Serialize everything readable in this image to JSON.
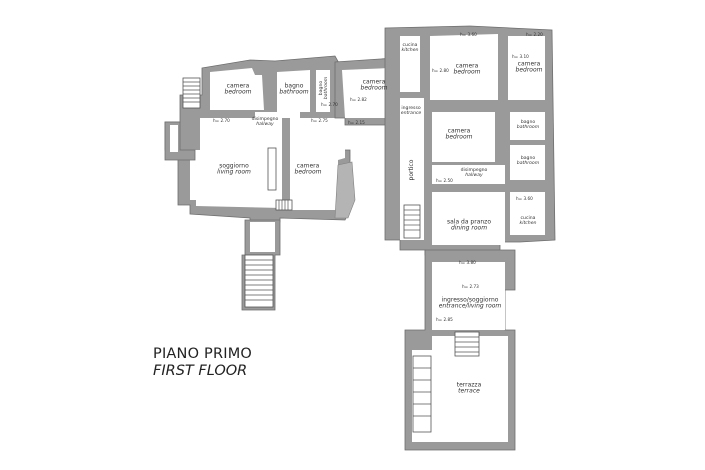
{
  "title": {
    "italian": "PIANO PRIMO",
    "english": "FIRST FLOOR"
  },
  "rooms": [
    {
      "id": "bedroom-nw",
      "it": "camera",
      "en": "bedroom"
    },
    {
      "id": "bathroom-w",
      "it": "bagno",
      "en": "bathroom"
    },
    {
      "id": "bathroom-narrow",
      "it": "bagno",
      "en": "bathroom"
    },
    {
      "id": "bedroom-center",
      "it": "camera",
      "en": "bedroom"
    },
    {
      "id": "hallway-w",
      "it": "disimpegno",
      "en": "hallway"
    },
    {
      "id": "living-room",
      "it": "soggiorno",
      "en": "living room"
    },
    {
      "id": "bedroom-sw",
      "it": "camera",
      "en": "bedroom"
    },
    {
      "id": "kitchen-n",
      "it": "cucina",
      "en": "kitchen"
    },
    {
      "id": "entrance-n",
      "it": "ingresso",
      "en": "entrance"
    },
    {
      "id": "bedroom-ne-large",
      "it": "camera",
      "en": "bedroom"
    },
    {
      "id": "bedroom-ne-small",
      "it": "camera",
      "en": "bedroom"
    },
    {
      "id": "bedroom-e",
      "it": "camera",
      "en": "bedroom"
    },
    {
      "id": "bathroom-e1",
      "it": "bagno",
      "en": "bathroom"
    },
    {
      "id": "bathroom-e2",
      "it": "bagno",
      "en": "bathroom"
    },
    {
      "id": "portico",
      "it": "portico",
      "en": ""
    },
    {
      "id": "hallway-e",
      "it": "disimpegno",
      "en": "hallway"
    },
    {
      "id": "dining-room",
      "it": "sala da pranzo",
      "en": "dining room"
    },
    {
      "id": "kitchen-e",
      "it": "cucina",
      "en": "kitchen"
    },
    {
      "id": "entrance-living",
      "it": "ingresso/soggiorno",
      "en": "entrance/living room"
    },
    {
      "id": "terrace",
      "it": "terrazza",
      "en": "terrace"
    }
  ],
  "heights": [
    "h= 2.70",
    "h= 2.75",
    "h= 2.70",
    "h= 2.82",
    "h= 2.15",
    "h= 3.60",
    "h= 2.80",
    "h= 2.20",
    "h= 3.10",
    "h= 2.50",
    "h= 3.60",
    "h= 3.80",
    "h= 2.73",
    "h= 2.85"
  ]
}
